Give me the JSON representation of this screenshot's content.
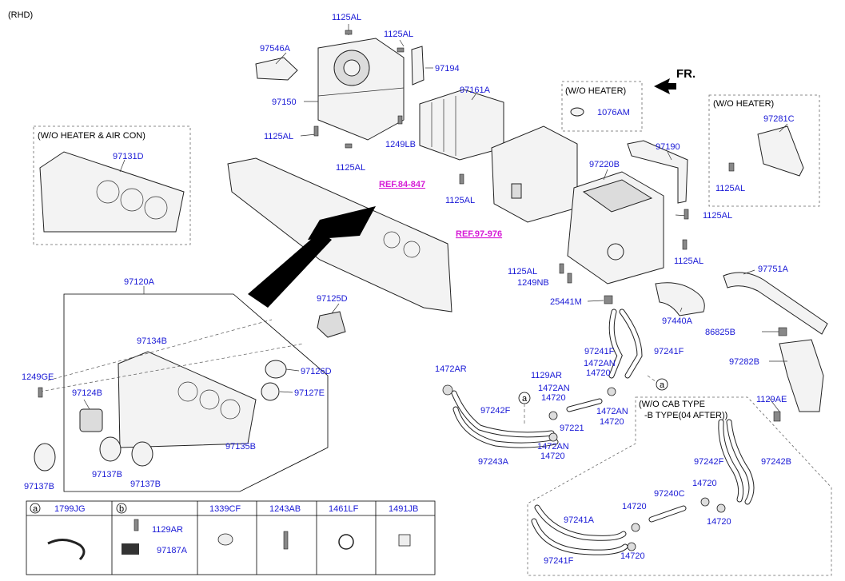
{
  "variant": "(RHD)",
  "direction": "FR.",
  "refs": {
    "ref1": "REF.84-847",
    "ref2": "REF.97-976"
  },
  "groups": {
    "wo_heater_aircon": "(W/O HEATER & AIR CON)",
    "wo_heater_1": "(W/O HEATER)",
    "wo_heater_2": "(W/O HEATER)",
    "wo_cab_line1": "(W/O CAB TYPE",
    "wo_cab_line2": "-B TYPE(04 AFTER))"
  },
  "parts": {
    "p1125al_a": "1125AL",
    "p1125al_b": "1125AL",
    "p1125al_c": "1125AL",
    "p1125al_d": "1125AL",
    "p1125al_e": "1125AL",
    "p1125al_f": "1125AL",
    "p1125al_g": "1125AL",
    "p1125al_h": "1125AL",
    "p1125al_i": "1125AL",
    "p97546a": "97546A",
    "p97194": "97194",
    "p97150": "97150",
    "p97161a": "97161A",
    "p1249lb": "1249LB",
    "p1076am": "1076AM",
    "p97281c": "97281C",
    "p97131d": "97131D",
    "p97190": "97190",
    "p97220b": "97220B",
    "p1249nb": "1249NB",
    "p97751a": "97751A",
    "p25441m": "25441M",
    "p97440a": "97440A",
    "p86825b": "86825B",
    "p97282b": "97282B",
    "p1129ae": "1129AE",
    "p97120a": "97120A",
    "p97125d": "97125D",
    "p97134b": "97134B",
    "p1249ge": "1249GE",
    "p97126d": "97126D",
    "p97127e": "97127E",
    "p97124b": "97124B",
    "p97135b": "97135B",
    "p97137b_a": "97137B",
    "p97137b_b": "97137B",
    "p97137b_c": "97137B",
    "p1472ar": "1472AR",
    "p97241f_a": "97241F",
    "p97241f_b": "97241F",
    "p1472an_a": "1472AN",
    "p1129ar": "1129AR",
    "p14720_a": "14720",
    "p1472an_b": "1472AN",
    "p14720_b": "14720",
    "p97242f_a": "97242F",
    "p1472an_c": "1472AN",
    "p14720_c": "14720",
    "p97221": "97221",
    "p1472an_d": "1472AN",
    "p14720_d": "14720",
    "p97243a": "97243A",
    "p97242f_b": "97242F",
    "p97242b": "97242B",
    "p14720_e": "14720",
    "p97240c": "97240C",
    "p14720_f": "14720",
    "p14720_g": "14720",
    "p97241a": "97241A",
    "p14720_h": "14720",
    "p97241f_c": "97241F"
  },
  "callouts": {
    "a1": "a",
    "a2": "a"
  },
  "legend": {
    "a_letter": "a",
    "a_part": "1799JG",
    "b_letter": "b",
    "b_part1": "1129AR",
    "b_part2": "97187A",
    "c3": "1339CF",
    "c4": "1243AB",
    "c5": "1461LF",
    "c6": "1491JB"
  }
}
